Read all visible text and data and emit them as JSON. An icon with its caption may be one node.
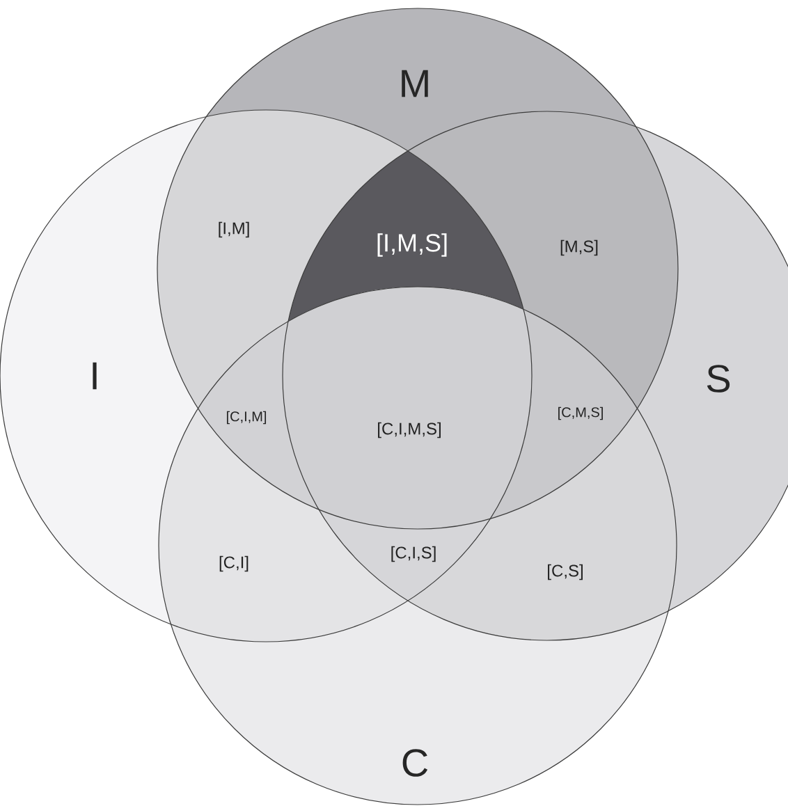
{
  "diagram": {
    "nodes": [
      {
        "text": [
          "M"
        ]
      },
      {
        "text": [
          "I"
        ]
      },
      {
        "text": [
          "S"
        ]
      },
      {
        "text": [
          "C"
        ]
      }
    ],
    "labels": [
      "[I,M]",
      "[I,M,S]",
      "[M,S]",
      "[C,I,M]",
      "[C,I,M,S]",
      "[C,M,S]",
      "[C,I]",
      "[C,I,S]",
      "[C,S]"
    ]
  }
}
